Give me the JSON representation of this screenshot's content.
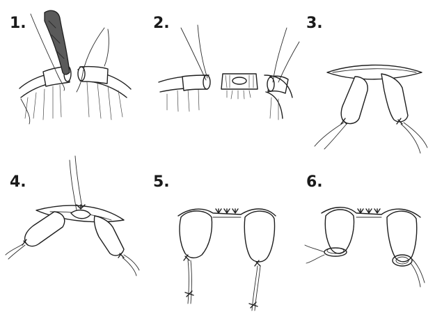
{
  "figure": {
    "panels": [
      {
        "label": "1.",
        "stitch_count": 0
      },
      {
        "label": "2.",
        "stitch_count": 0
      },
      {
        "label": "3.",
        "stitch_count": 0
      },
      {
        "label": "4.",
        "stitch_count": 1
      },
      {
        "label": "5.",
        "stitch_count": 3
      },
      {
        "label": "6.",
        "stitch_count": 3
      }
    ],
    "colors": {
      "ink": "#1e1e1e",
      "background": "#ffffff",
      "stent_shading": "#5a5a5a"
    }
  }
}
